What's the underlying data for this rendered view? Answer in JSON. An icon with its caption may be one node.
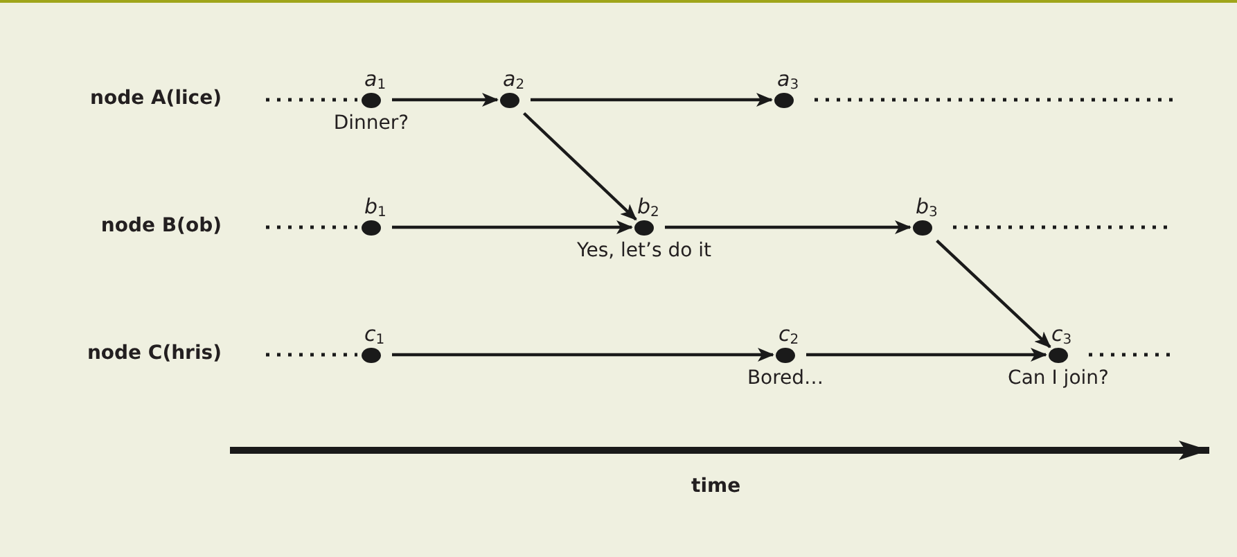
{
  "diagram": {
    "nodes": [
      {
        "text": [
          "*a*$_{1}$"
        ],
        "beside": [
          "Dinner?"
        ]
      },
      {
        "text": [
          "*a*$_{2}$"
        ]
      },
      {
        "text": [
          "*a*$_{3}$"
        ]
      },
      {
        "text": [
          "*b*$_{1}$"
        ]
      },
      {
        "text": [
          "*b*$_{2}$"
        ],
        "beside": [
          "Yes, let’s do it"
        ]
      },
      {
        "text": [
          "*b*$_{3}$"
        ]
      },
      {
        "text": [
          "*c*$_{1}$"
        ]
      },
      {
        "text": [
          "*c*$_{2}$"
        ],
        "beside": [
          "Bored…"
        ]
      },
      {
        "text": [
          "*c*$_{3}$"
        ],
        "beside": [
          "Can I join?"
        ]
      }
    ],
    "edges": [
      {
        "from": 0,
        "to": 1,
        "arrow": "to"
      },
      {
        "from": 1,
        "to": 2,
        "arrow": "to"
      },
      {
        "from": 1,
        "to": 4,
        "arrow": "to"
      },
      {
        "from": 3,
        "to": 4,
        "arrow": "to"
      },
      {
        "from": 4,
        "to": 5,
        "arrow": "to"
      },
      {
        "from": 5,
        "to": 8,
        "arrow": "to"
      },
      {
        "from": 6,
        "to": 7,
        "arrow": "to"
      },
      {
        "from": 7,
        "to": 8,
        "arrow": "to"
      }
    ],
    "labels": [
      "node A(lice)",
      "node B(ob)",
      "node C(hris)",
      "time"
    ]
  }
}
